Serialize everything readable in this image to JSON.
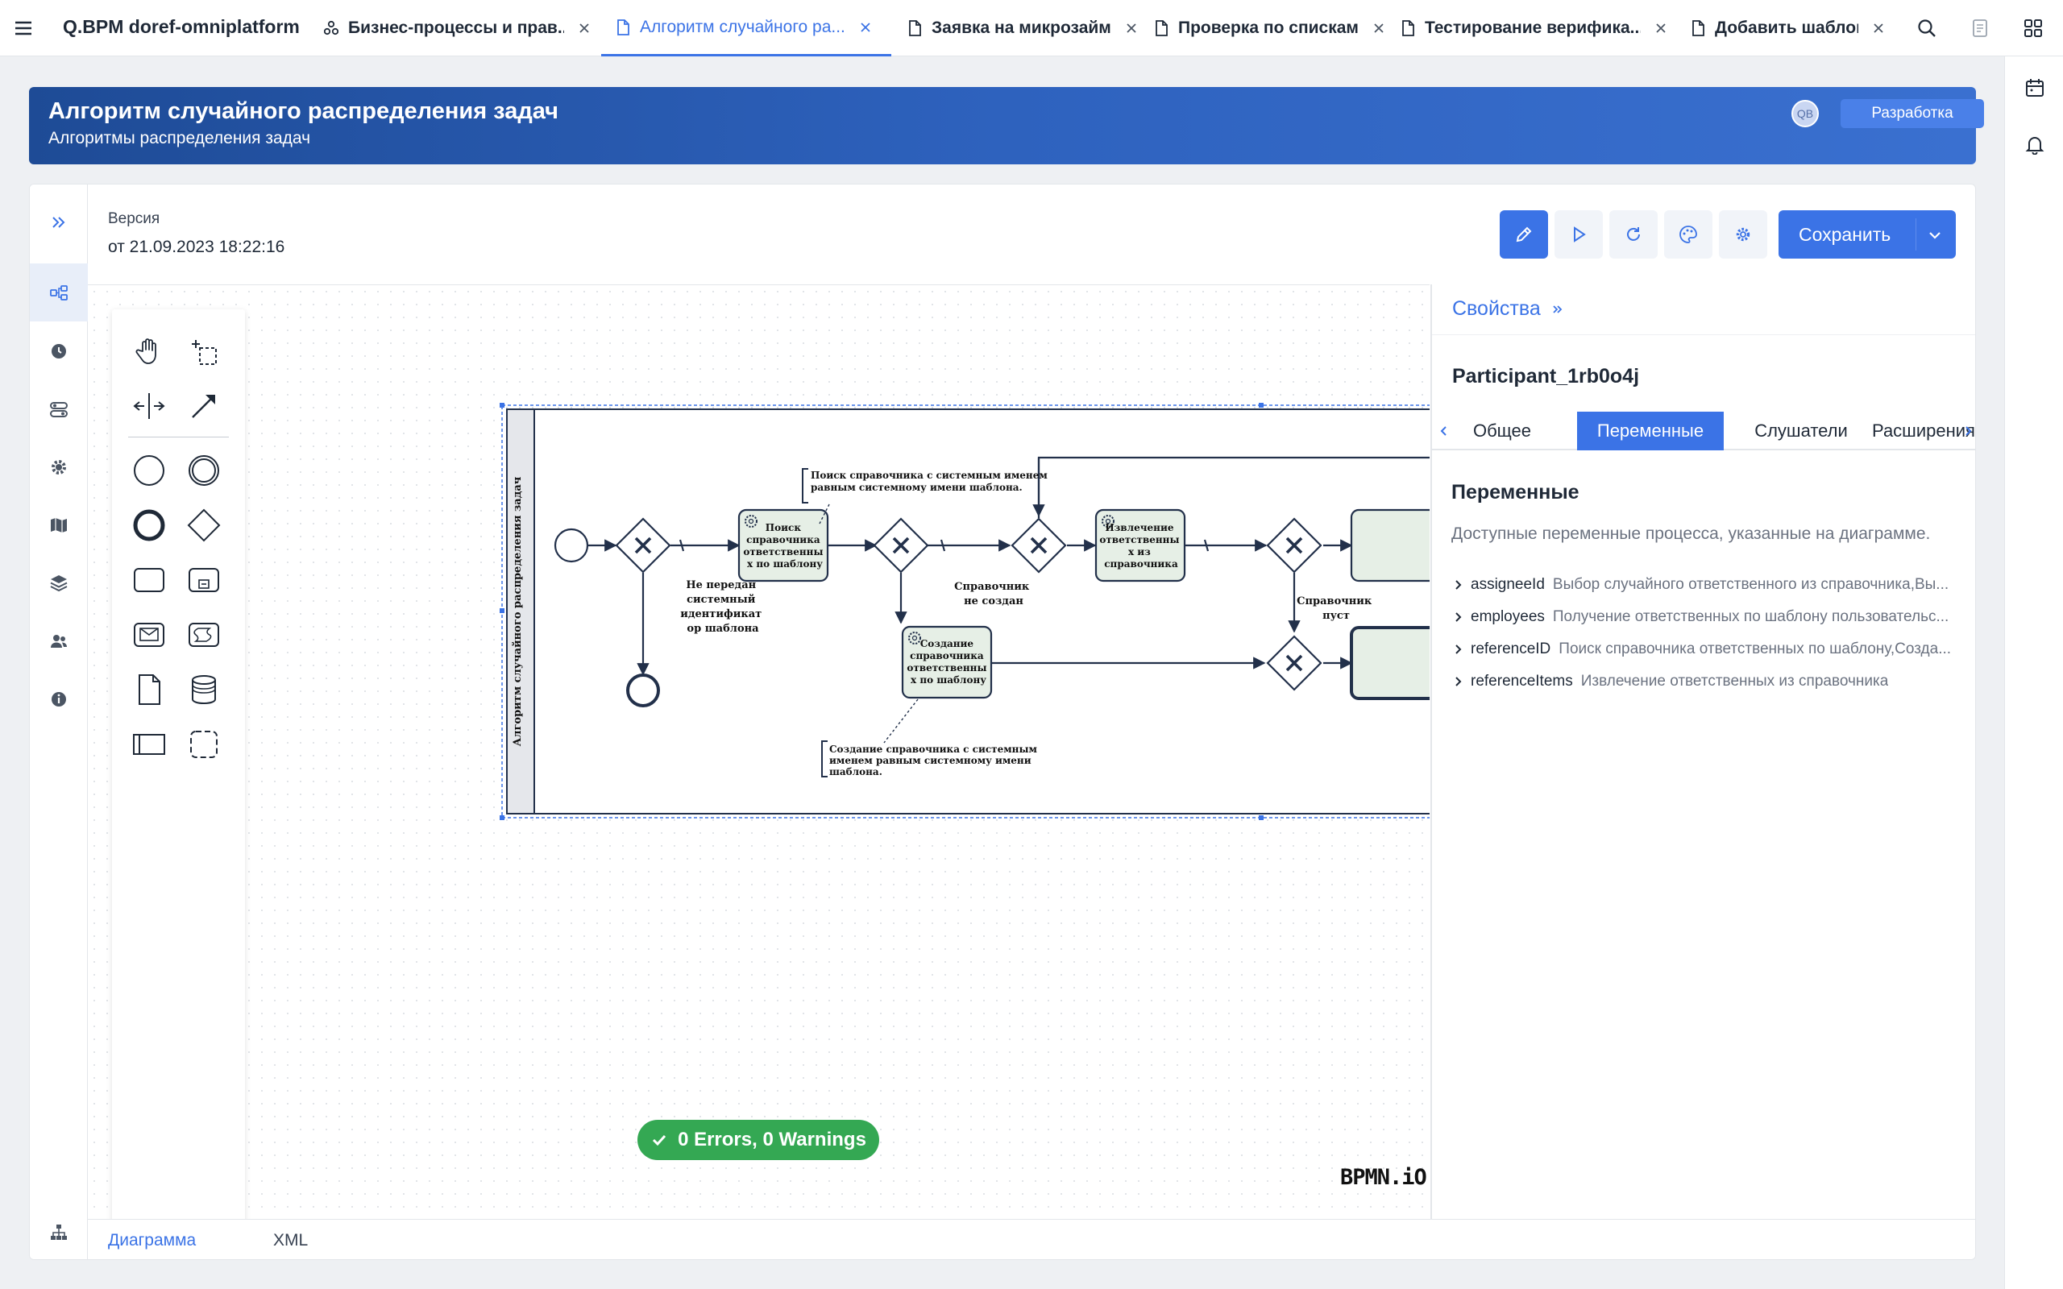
{
  "app": {
    "title": "Q.BPM doref-omniplatform"
  },
  "tabs": [
    {
      "label": "Бизнес-процессы и прав...",
      "icon": "process-icon",
      "active": false
    },
    {
      "label": "Алгоритм случайного ра...",
      "icon": "document-icon",
      "active": true
    },
    {
      "label": "Заявка на микрозайм",
      "icon": "document-icon",
      "active": false
    },
    {
      "label": "Проверка по спискам",
      "icon": "document-icon",
      "active": false
    },
    {
      "label": "Тестирование верифика...",
      "icon": "document-icon",
      "active": false
    },
    {
      "label": "Добавить шаблон",
      "icon": "document-icon",
      "active": false
    }
  ],
  "banner": {
    "title": "Алгоритм случайного распределения задач",
    "subtitle": "Алгоритмы распределения задач",
    "avatar": "QB",
    "environment": "Разработка"
  },
  "version": {
    "label": "Версия",
    "date": "от 21.09.2023 18:22:16"
  },
  "toolbar": {
    "save_label": "Сохранить"
  },
  "diagram": {
    "pool_label": "Алгоритм случайного распределения задач",
    "task_search": [
      "Поиск",
      "справочника",
      "ответственны",
      "х по шаблону"
    ],
    "task_create": [
      "Создание",
      "справочника",
      "ответственны",
      "х по шаблону"
    ],
    "task_extract": [
      "Извлечение",
      "ответственны",
      "х из",
      "справочника"
    ],
    "note_search": [
      "Поиск справочника с системным именем",
      "равным системному имени шаблона."
    ],
    "note_create": [
      "Создание справочника с системным",
      "именем равным системному имени",
      "шаблона."
    ],
    "flow_no_id": [
      "Не передан",
      "системный",
      "идентификат",
      "ор шаблона"
    ],
    "flow_not_created": [
      "Справочник",
      "не создан"
    ],
    "flow_empty": [
      "Справочник",
      "пуст"
    ]
  },
  "status": {
    "label": "0 Errors, 0 Warnings"
  },
  "bpmn_logo": "BPMN.iO",
  "properties": {
    "header": "Свойства",
    "element_id": "Participant_1rb0o4j",
    "tabs": [
      {
        "label": "Общее",
        "active": false
      },
      {
        "label": "Переменные",
        "active": true
      },
      {
        "label": "Слушатели",
        "active": false
      },
      {
        "label": "Расширения",
        "active": false
      }
    ],
    "section_title": "Переменные",
    "section_desc": "Доступные переменные процесса, указанные на диаграмме.",
    "variables": [
      {
        "name": "assigneeId",
        "desc": "Выбор случайного ответственного из справочника,Вы..."
      },
      {
        "name": "employees",
        "desc": "Получение ответственных по шаблону пользовательс..."
      },
      {
        "name": "referenceID",
        "desc": "Поиск справочника ответственных по шаблону,Созда..."
      },
      {
        "name": "referenceItems",
        "desc": "Извлечение ответственных из справочника"
      }
    ]
  },
  "bottom_tabs": [
    {
      "label": "Диаграмма",
      "active": true
    },
    {
      "label": "XML",
      "active": false
    }
  ],
  "colors": {
    "accent": "#3b73e6",
    "banner": "#2e62be",
    "success": "#34a853",
    "task_fill": "#e6efe6",
    "line": "#22304a"
  }
}
